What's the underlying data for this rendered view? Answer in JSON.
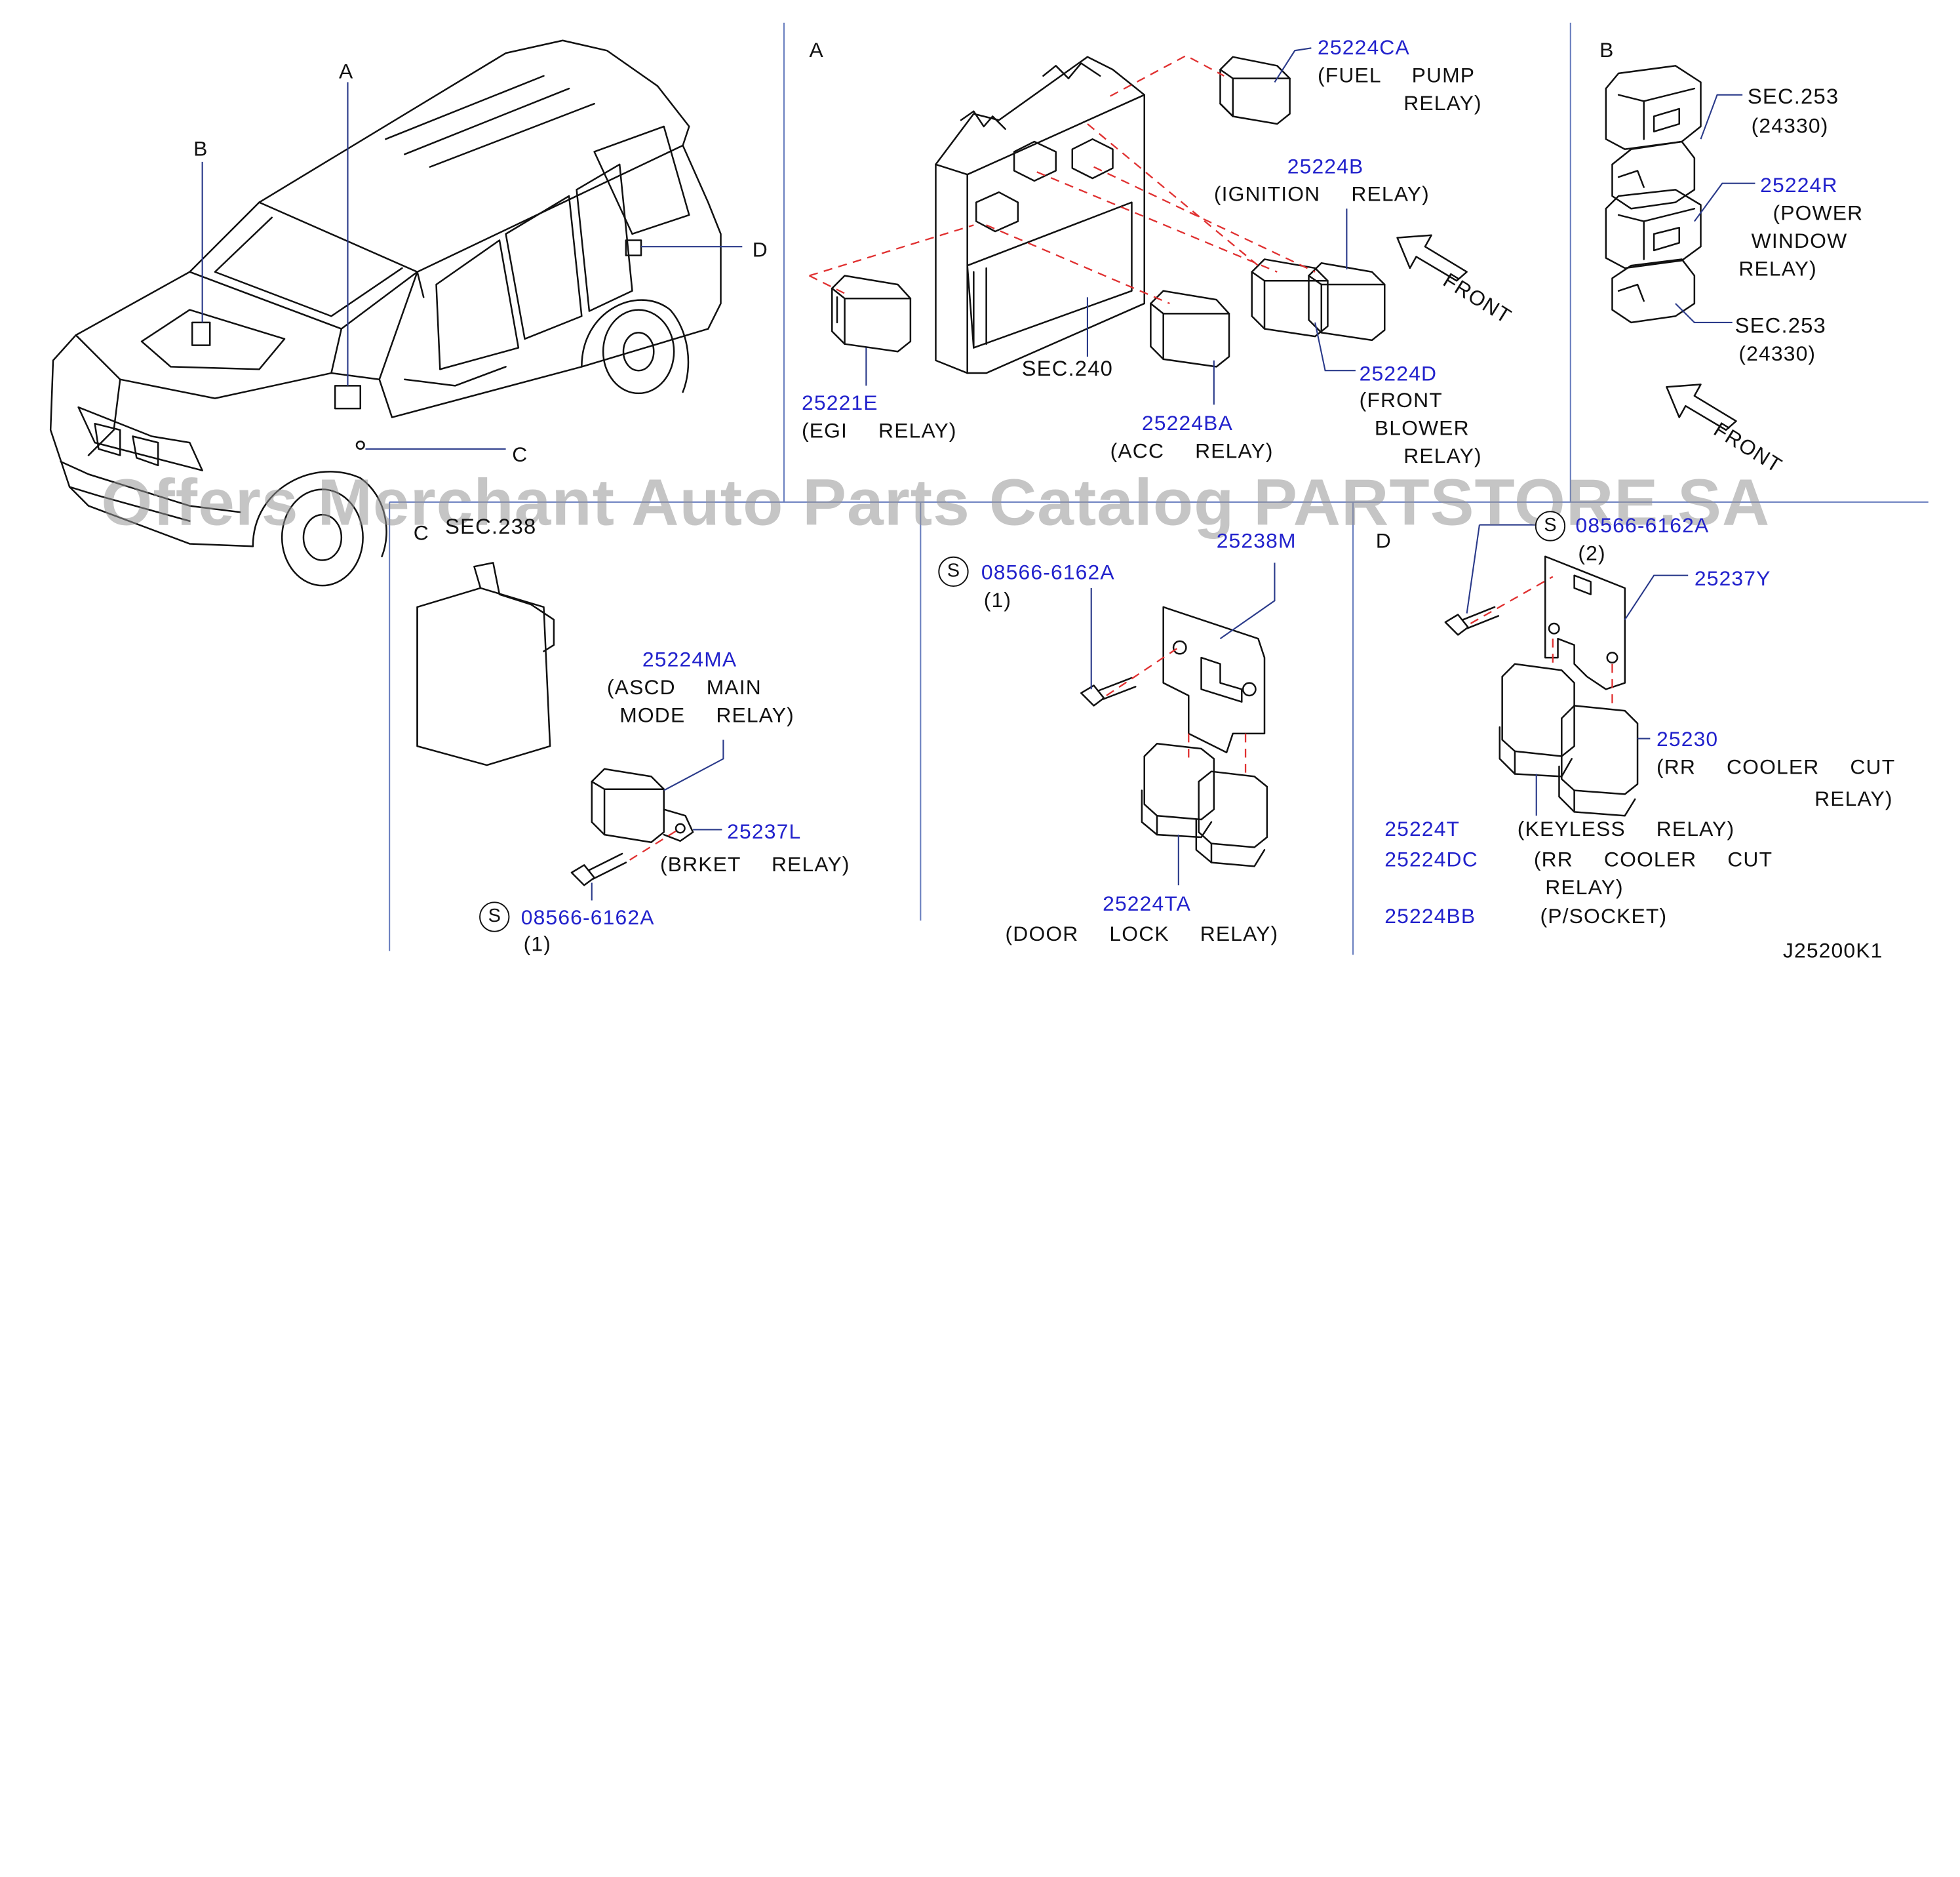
{
  "sections": {
    "A": "A",
    "B": "B",
    "C": "C",
    "D": "D",
    "car_a": "A",
    "car_b": "B",
    "car_c": "C",
    "car_d": "D"
  },
  "refs": {
    "sec240": "SEC.240",
    "sec238": "SEC.238",
    "sec253_1": "SEC.253",
    "sec253_1b": "(24330)",
    "sec253_2": "SEC.253",
    "sec253_2b": "(24330)"
  },
  "front_labels": {
    "a": "FRONT",
    "b": "FRONT"
  },
  "parts": {
    "p25224CA": {
      "num": "25224CA",
      "desc1": "(FUEL  PUMP",
      "desc2": "RELAY)"
    },
    "p25224B": {
      "num": "25224B",
      "desc1": "(IGNITION  RELAY)"
    },
    "p25221E": {
      "num": "25221E",
      "desc1": "(EGI  RELAY)"
    },
    "p25224BA": {
      "num": "25224BA",
      "desc1": "(ACC  RELAY)"
    },
    "p25224D": {
      "num": "25224D",
      "desc1": "(FRONT",
      "desc2": "BLOWER",
      "desc3": "RELAY)"
    },
    "p25224R": {
      "num": "25224R",
      "desc1": "(POWER",
      "desc2": "WINDOW",
      "desc3": "RELAY)"
    },
    "p25224MA": {
      "num": "25224MA",
      "desc1": "(ASCD  MAIN",
      "desc2": "MODE  RELAY)"
    },
    "p25237L": {
      "num": "25237L",
      "desc1": "(BRKET  RELAY)"
    },
    "s_c": {
      "num": "08566-6162A",
      "qty": "(1)",
      "sym": "S"
    },
    "s_mid": {
      "num": "08566-6162A",
      "qty": "(1)",
      "sym": "S"
    },
    "p25238M": {
      "num": "25238M"
    },
    "p25224TA": {
      "num": "25224TA",
      "desc1": "(DOOR  LOCK  RELAY)"
    },
    "s_d": {
      "num": "08566-6162A",
      "qty": "(2)",
      "sym": "S"
    },
    "p25237Y": {
      "num": "25237Y"
    },
    "p25230": {
      "num": "25230",
      "desc1": "(RR  COOLER  CUT",
      "desc2": "RELAY)"
    },
    "p25224T": {
      "num": "25224T",
      "desc1": "(KEYLESS  RELAY)"
    },
    "p25224DC": {
      "num": "25224DC",
      "desc1": "(RR  COOLER  CUT",
      "desc2": "RELAY)"
    },
    "p25224BB": {
      "num": "25224BB",
      "desc1": "(P/SOCKET)"
    }
  },
  "diagram_code": "J25200K1",
  "watermark": "Offers Merchant Auto Parts Catalog PARTSTORE.SA",
  "colors": {
    "part_number": "#2222cc",
    "text": "#111111",
    "dash_line": "#e03030",
    "leader": "#2a3a8a",
    "border": "#6a7fbf"
  }
}
